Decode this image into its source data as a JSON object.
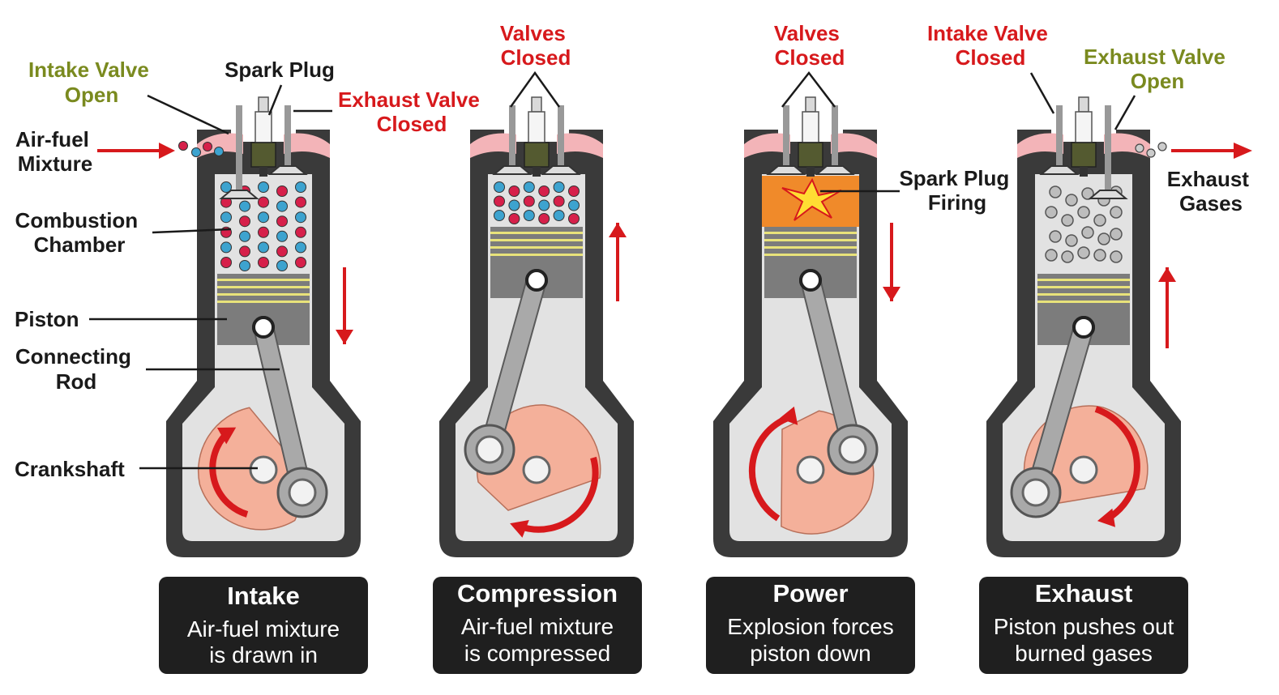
{
  "colors": {
    "label_black": "#1a1a1a",
    "label_red": "#d7191c",
    "label_olive": "#7a8a1f",
    "engine_dark": "#3a3a3a",
    "cylinder_fill": "#e2e2e2",
    "piston_gray": "#7c7c7c",
    "rod_gray": "#a9a9a9",
    "crank_salmon": "#f4b09a",
    "fuel_red": "#d6204a",
    "fuel_blue": "#3da3cf",
    "explosion_orange": "#f08a2a",
    "exhaust_gray": "#bdbdbd",
    "arrow_red": "#d7191c",
    "caption_bg": "#1f1f1f"
  },
  "labels": {
    "intake_valve_open": [
      "Intake Valve",
      "Open"
    ],
    "spark_plug": "Spark Plug",
    "exhaust_valve_closed": [
      "Exhaust Valve",
      "Closed"
    ],
    "air_fuel_mixture": [
      "Air-fuel",
      "Mixture"
    ],
    "combustion_chamber": [
      "Combustion",
      "Chamber"
    ],
    "piston": "Piston",
    "connecting_rod": [
      "Connecting",
      "Rod"
    ],
    "crankshaft": "Crankshaft",
    "valves_closed_1": [
      "Valves",
      "Closed"
    ],
    "valves_closed_2": [
      "Valves",
      "Closed"
    ],
    "spark_plug_firing": [
      "Spark Plug",
      "Firing"
    ],
    "intake_valve_closed": [
      "Intake Valve",
      "Closed"
    ],
    "exhaust_valve_open": [
      "Exhaust Valve",
      "Open"
    ],
    "exhaust_gases": [
      "Exhaust",
      "Gases"
    ]
  },
  "strokes": [
    {
      "title": "Intake",
      "line1": "Air-fuel mixture",
      "line2": "is drawn in"
    },
    {
      "title": "Compression",
      "line1": "Air-fuel mixture",
      "line2": "is compressed"
    },
    {
      "title": "Power",
      "line1": "Explosion forces",
      "line2": "piston down"
    },
    {
      "title": "Exhaust",
      "line1": "Piston pushes out",
      "line2": "burned gases"
    }
  ]
}
